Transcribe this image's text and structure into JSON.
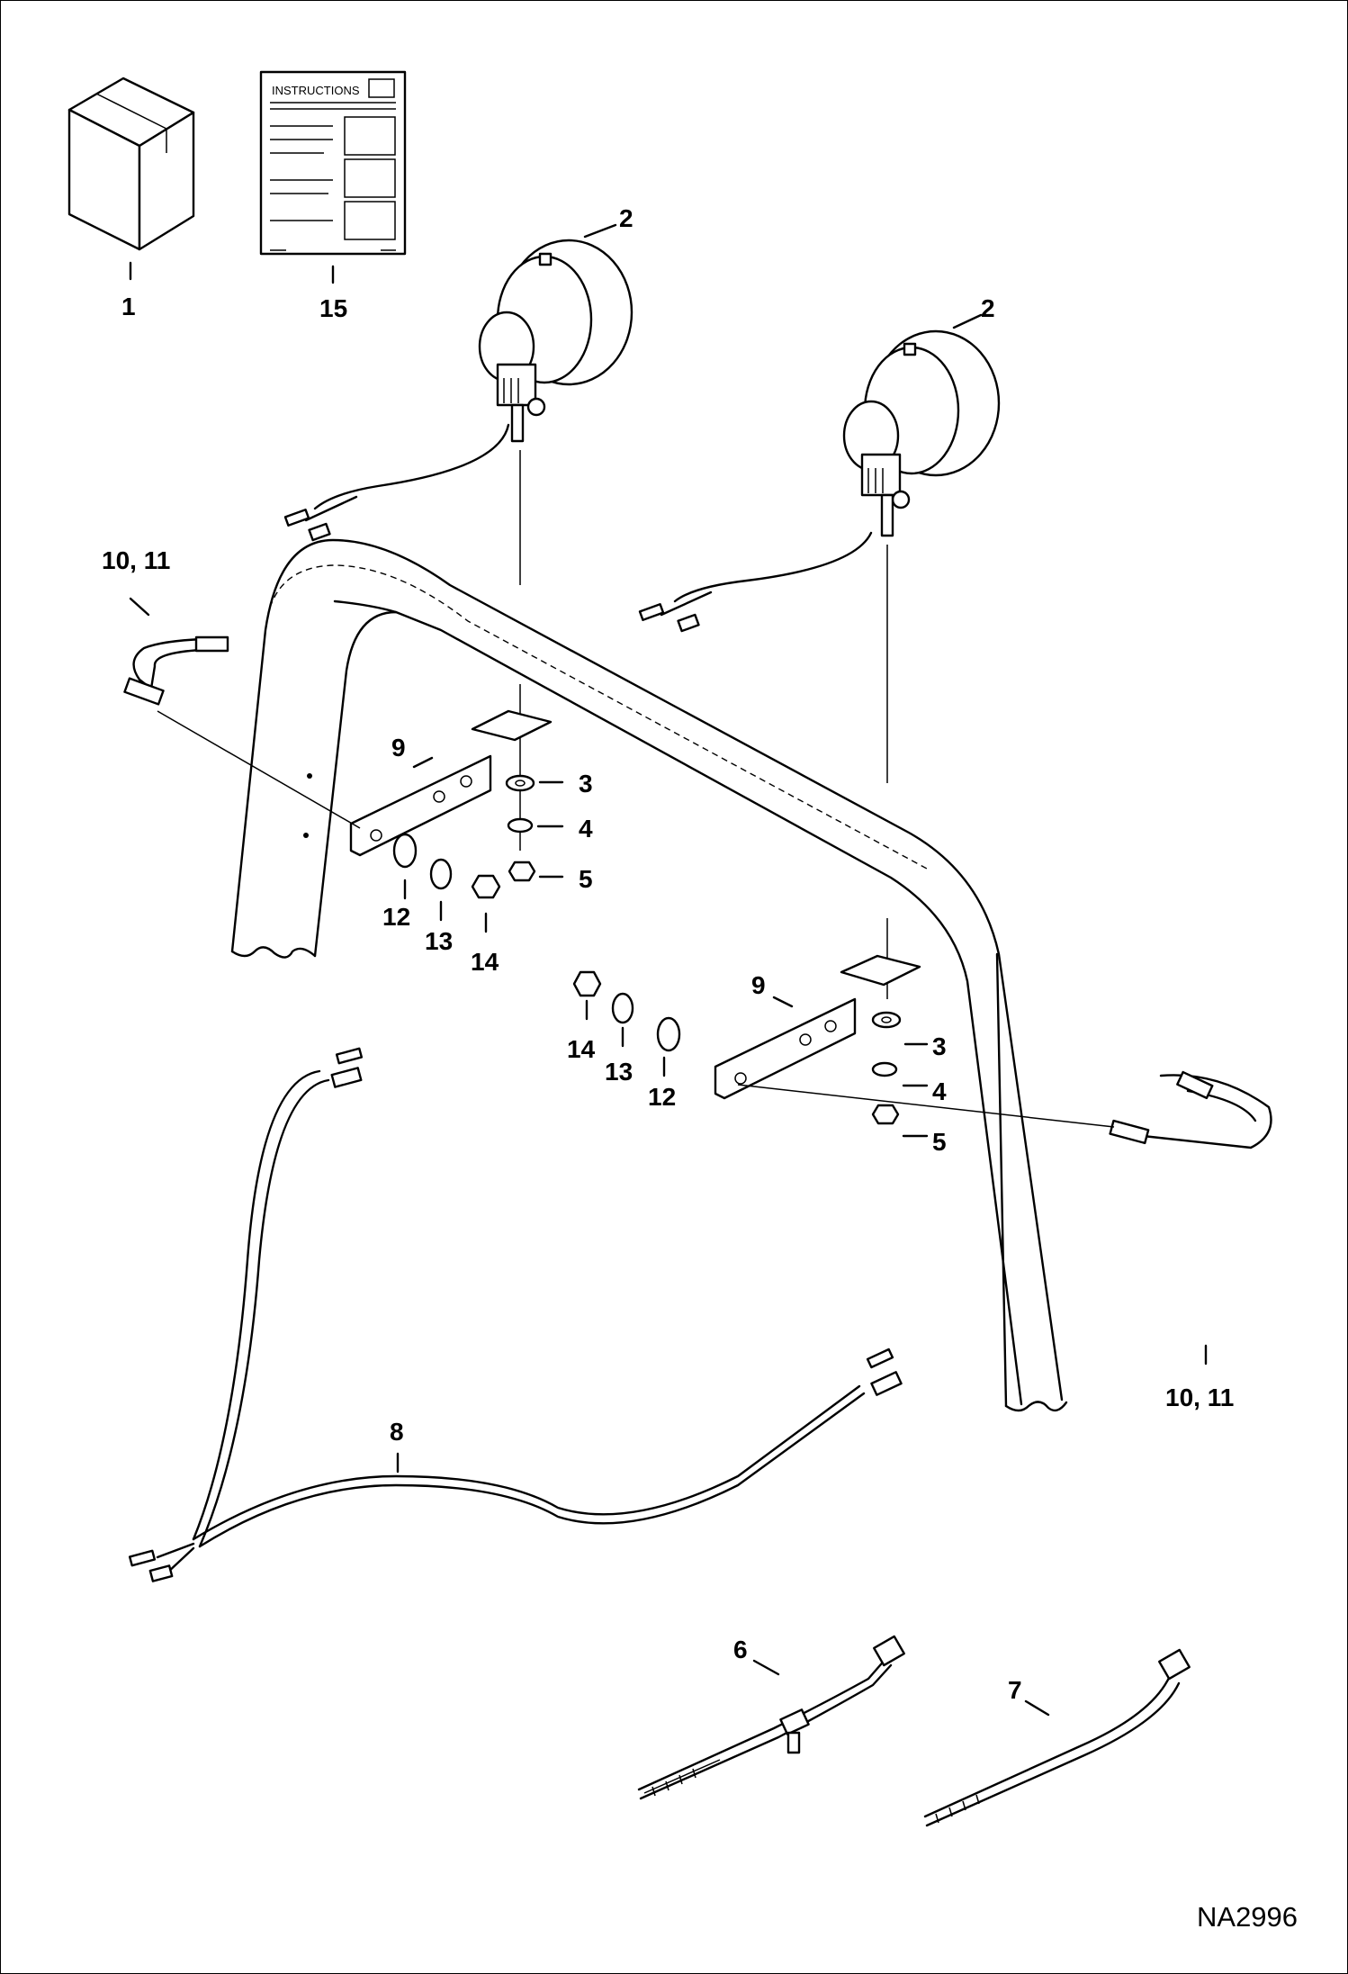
{
  "instructions_text": "INSTRUCTIONS",
  "drawing_number": "NA2996",
  "callouts": {
    "kit_box": "1",
    "instructions": "15",
    "light_left": "2",
    "light_right": "2",
    "ubolt_left": "10, 11",
    "ubolt_right": "10, 11",
    "bracket_left": "9",
    "bracket_right": "9",
    "washer_left": "3",
    "lockwasher_left": "4",
    "nut_left": "5",
    "washer_right": "3",
    "lockwasher_right": "4",
    "nut_right": "5",
    "flatwasher_left": "12",
    "lockwasher2_left": "13",
    "hexnut_left": "14",
    "flatwasher_right": "12",
    "lockwasher2_right": "13",
    "hexnut_right": "14",
    "harness": "8",
    "tie_clip": "6",
    "tie_strap": "7"
  },
  "icons": [
    "box-icon",
    "instruction-sheet-icon",
    "work-light-icon",
    "u-bolt-icon",
    "mounting-bracket-icon",
    "washer-icon",
    "lock-washer-icon",
    "nut-icon",
    "wire-harness-icon",
    "cable-tie-icon"
  ]
}
